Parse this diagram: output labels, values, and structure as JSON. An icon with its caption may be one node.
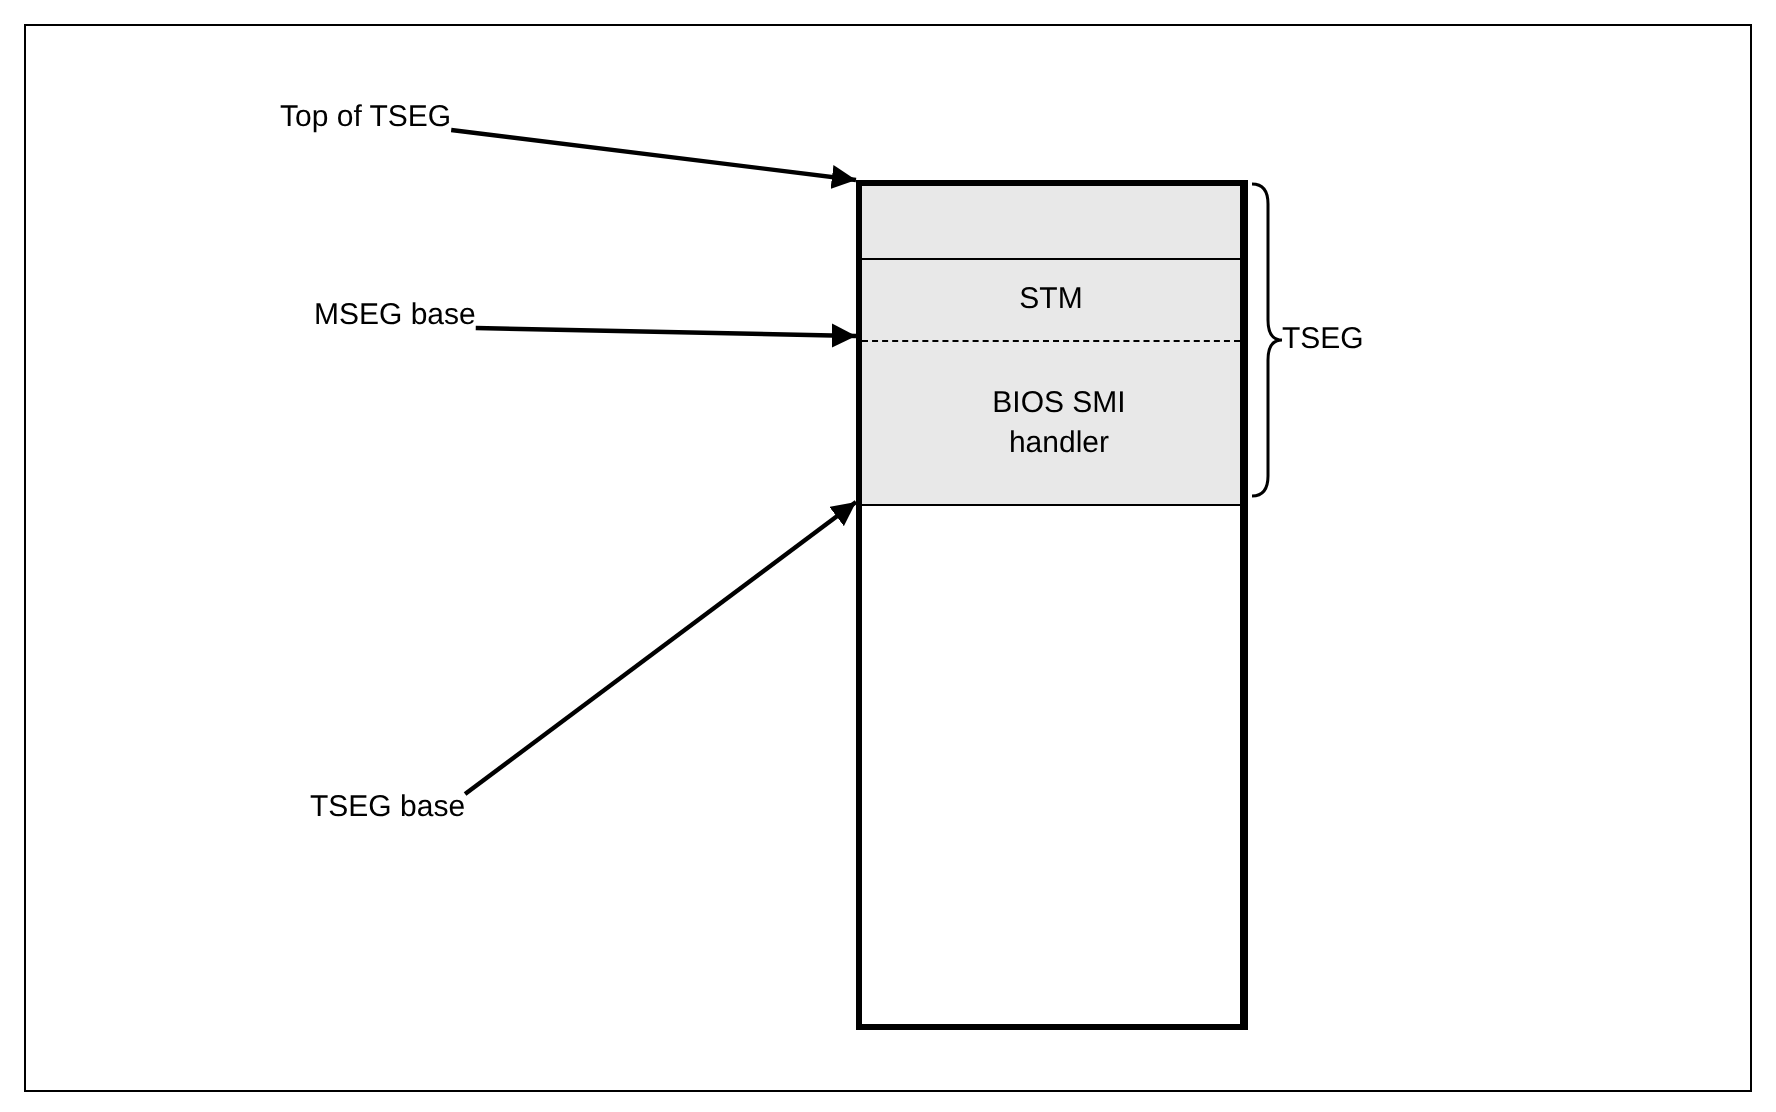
{
  "diagram": {
    "nodes": [
      {
        "text": [],
        "shape": "box"
      },
      {
        "text": [],
        "shape": "box",
        "in": 0
      },
      {
        "text": [
          "STM"
        ],
        "in": 0
      },
      {
        "text": [
          "BIOS SMI handler"
        ],
        "in": 0
      },
      {
        "text": [
          "Top of TSEG"
        ]
      },
      {
        "text": [
          "MSEG base"
        ]
      },
      {
        "text": [
          "TSEG base"
        ]
      }
    ],
    "edges": [
      {
        "from": 4,
        "to": 0,
        "arrow": "to"
      },
      {
        "from": 5,
        "to": 0,
        "arrow": "to"
      },
      {
        "from": 6,
        "to": 0,
        "arrow": "to"
      }
    ],
    "labels": [
      "TSEG"
    ]
  }
}
